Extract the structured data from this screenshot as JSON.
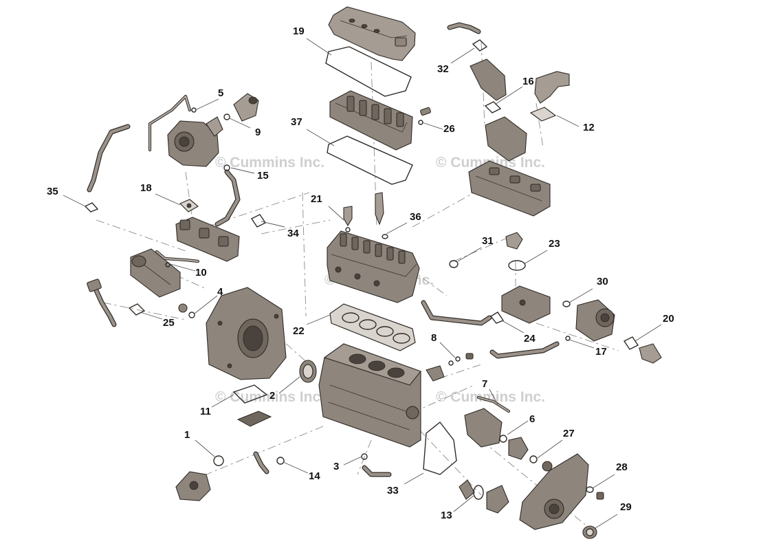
{
  "watermark": "© Cummins Inc.",
  "callouts": {
    "c1": "1",
    "c2": "2",
    "c3": "3",
    "c4": "4",
    "c5": "5",
    "c6": "6",
    "c7": "7",
    "c8": "8",
    "c9": "9",
    "c10": "10",
    "c11": "11",
    "c12": "12",
    "c13": "13",
    "c14": "14",
    "c15": "15",
    "c16": "16",
    "c17": "17",
    "c18": "18",
    "c19": "19",
    "c20": "20",
    "c21": "21",
    "c22": "22",
    "c23": "23",
    "c24": "24",
    "c25": "25",
    "c26": "26",
    "c27": "27",
    "c28": "28",
    "c29": "29",
    "c30": "30",
    "c31": "31",
    "c32": "32",
    "c33": "33",
    "c34": "34",
    "c35": "35",
    "c36": "36",
    "c37": "37"
  },
  "colors": {
    "part": "#8e857c",
    "outline": "#2f2a26",
    "gasket": "#d9d4ce",
    "watermark": "#cfcfcf"
  }
}
